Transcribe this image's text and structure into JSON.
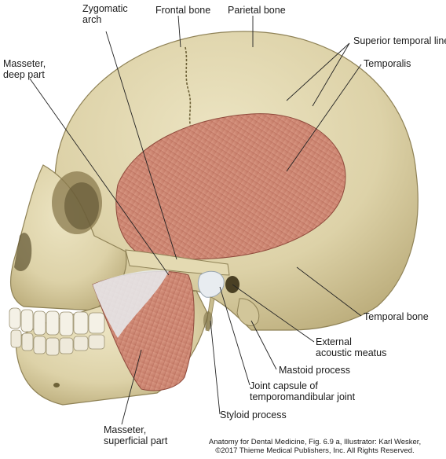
{
  "labels": {
    "zygomatic_arch": [
      "Zygomatic",
      "arch"
    ],
    "frontal_bone": "Frontal bone",
    "parietal_bone": "Parietal bone",
    "superior_temporal_line": "Superior temporal line",
    "temporalis": "Temporalis",
    "masseter_deep": [
      "Masseter,",
      "deep part"
    ],
    "temporal_bone": "Temporal bone",
    "external_acoustic_meatus": [
      "External",
      "acoustic meatus"
    ],
    "mastoid_process": "Mastoid process",
    "joint_capsule": [
      "Joint capsule of",
      "temporomandibular joint"
    ],
    "styloid_process": "Styloid process",
    "masseter_superficial": [
      "Masseter,",
      "superficial part"
    ]
  },
  "credit": [
    "Anatomy for Dental Medicine, Fig. 6.9 a, Illustrator: Karl Wesker,",
    "©2017 Thieme Medical Publishers, Inc. All Rights Reserved."
  ],
  "colors": {
    "bone": "#ddd2a8",
    "bone_shadow": "#b7a977",
    "muscle": "#cf8a76",
    "muscle_fiber": "#a8584a",
    "tendon": "#e8ecf0",
    "leader": "#222222"
  }
}
